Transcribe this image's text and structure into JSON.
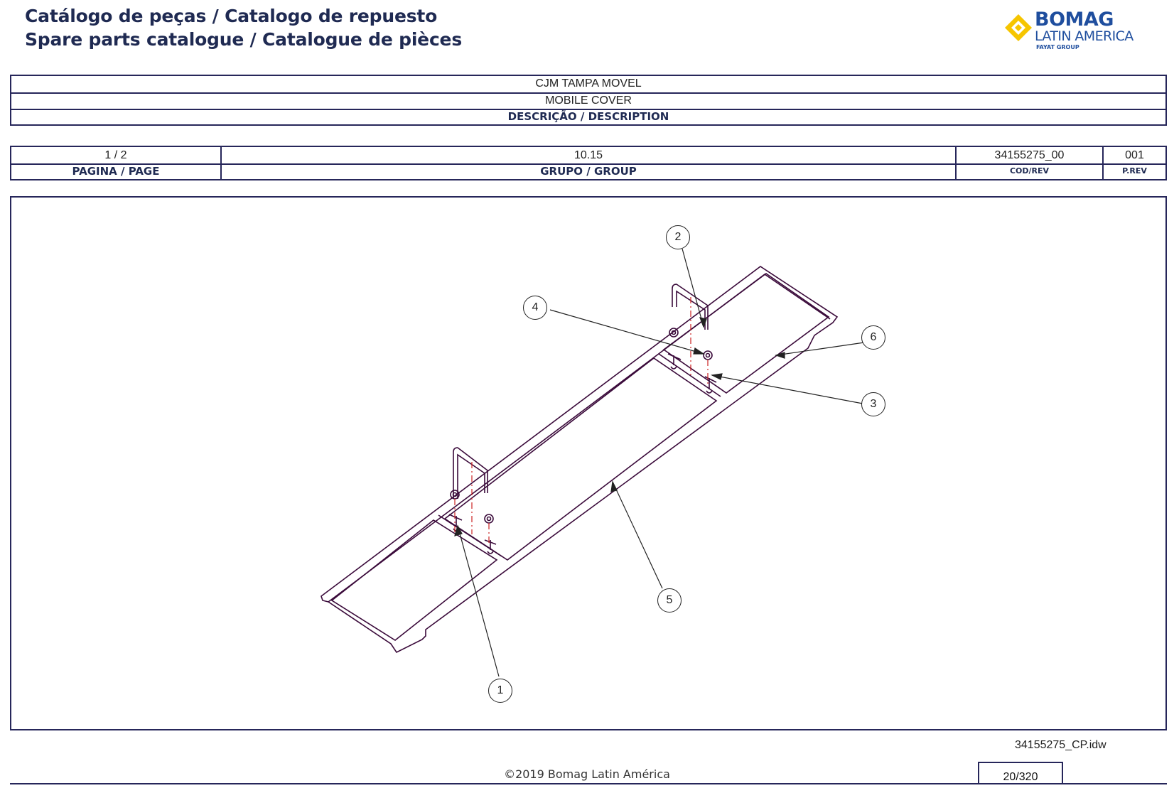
{
  "header": {
    "title_line1": "Catálogo de peças / Catalogo de repuesto",
    "title_line2": "Spare parts catalogue / Catalogue de pièces",
    "logo": {
      "brand": "BOMAG",
      "sub": "LATIN AMERICA",
      "group": "FAYAT GROUP",
      "brand_color": "#1f4e9e",
      "mark_color": "#f6c500"
    }
  },
  "description": {
    "name_pt": "CJM TAMPA MOVEL",
    "name_en": "MOBILE COVER",
    "label": "DESCRIÇÃO / DESCRIPTION"
  },
  "info": {
    "page_value": "1  / 2",
    "page_label": "PAGINA / PAGE",
    "group_value": "10.15",
    "group_label": "GRUPO / GROUP",
    "cod_value": "34155275_00",
    "cod_label": "COD/REV",
    "prev_value": "001",
    "prev_label": "P.REV"
  },
  "drawing": {
    "callouts": [
      "1",
      "2",
      "3",
      "4",
      "5",
      "6"
    ],
    "line_color": "#3a0a3a",
    "centerline_color": "#cc2222"
  },
  "footer": {
    "file_name": "34155275_CP.idw",
    "copyright": "©2019 Bomag Latin América",
    "page_number": "20/320"
  }
}
